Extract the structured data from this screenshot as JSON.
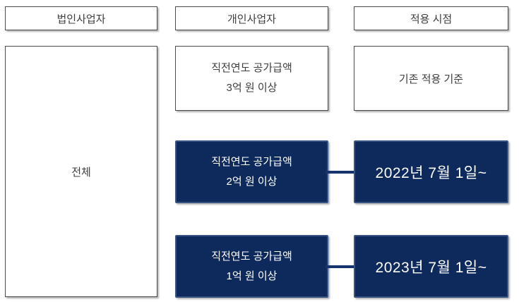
{
  "headers": {
    "corporate": "법인사업자",
    "individual": "개인사업자",
    "timing": "적용 시점"
  },
  "corporate": {
    "all_label": "전체"
  },
  "individual": {
    "tier_3": {
      "line1": "직전연도 공가급액",
      "line2": "3억 원 이상"
    },
    "tier_2": {
      "line1": "직전연도 공가급액",
      "line2": "2억 원 이상"
    },
    "tier_1": {
      "line1": "직전연도 공가급액",
      "line2": "1억 원 이상"
    }
  },
  "timing": {
    "existing": "기존 적용 기준",
    "date_2022": "2022년 7월 1일~",
    "date_2023": "2023년 7월 1일~"
  },
  "colors": {
    "navy": "#0e2a5c",
    "navy_border": "#3a5584",
    "box_border": "#4b4b4b",
    "text_dark": "#3e3e3e",
    "text_light": "#ffffff",
    "connector": "#16336e"
  }
}
